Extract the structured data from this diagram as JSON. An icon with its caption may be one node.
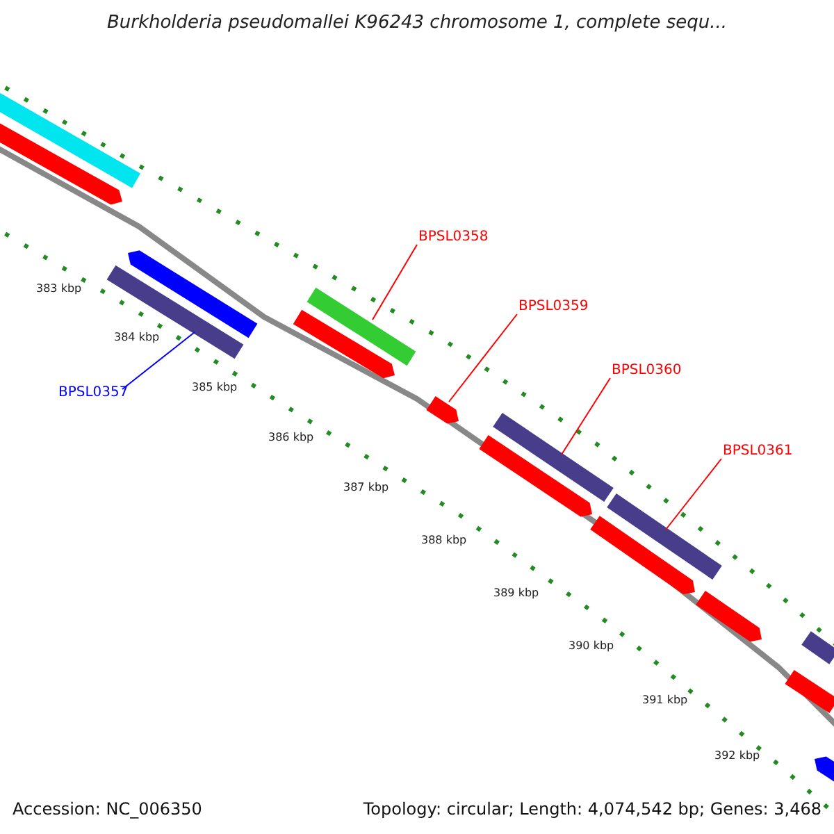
{
  "diagram": {
    "title": "Burkholderia pseudomallei K96243 chromosome 1, complete sequ...",
    "nodes": [
      {
        "text": [
          "BPSL0358"
        ]
      },
      {
        "text": [],
        "shape": "bar"
      },
      {
        "text": [
          "BPSL0359"
        ]
      },
      {
        "text": [],
        "shape": "bar"
      },
      {
        "text": [
          "BPSL0360"
        ]
      },
      {
        "text": [],
        "shape": "bar"
      },
      {
        "text": [
          "BPSL0361"
        ]
      },
      {
        "text": [],
        "shape": "bar"
      },
      {
        "text": [
          "BPSL0357"
        ]
      },
      {
        "text": [],
        "shape": "bar"
      },
      {
        "text": [],
        "shape": "bar"
      },
      {
        "text": [],
        "shape": "bar"
      },
      {
        "text": [],
        "shape": "bar"
      },
      {
        "text": [],
        "shape": "bar"
      },
      {
        "text": [],
        "shape": "bar"
      },
      {
        "text": [],
        "shape": "bar"
      },
      {
        "text": [],
        "shape": "bar"
      },
      {
        "text": [],
        "shape": "bar"
      },
      {
        "text": [],
        "shape": "bar"
      },
      {
        "text": [],
        "shape": "bar"
      }
    ],
    "edges": [
      {
        "from": 0,
        "to": 1,
        "arrow": "none"
      },
      {
        "from": 2,
        "to": 3,
        "arrow": "none"
      },
      {
        "from": 4,
        "to": 5,
        "arrow": "none"
      },
      {
        "from": 6,
        "to": 7,
        "arrow": "none"
      },
      {
        "from": 8,
        "to": 9,
        "arrow": "none",
        "color": "#0000ff"
      }
    ],
    "labels": [
      "383 kbp",
      "384 kbp",
      "385 kbp",
      "386 kbp",
      "387 kbp",
      "388 kbp",
      "389 kbp",
      "390 kbp",
      "391 kbp",
      "392 kbp",
      "Accession: NC_006350",
      "Topology: circular; Length: 4,074,542 bp; Genes: 3,468"
    ]
  }
}
